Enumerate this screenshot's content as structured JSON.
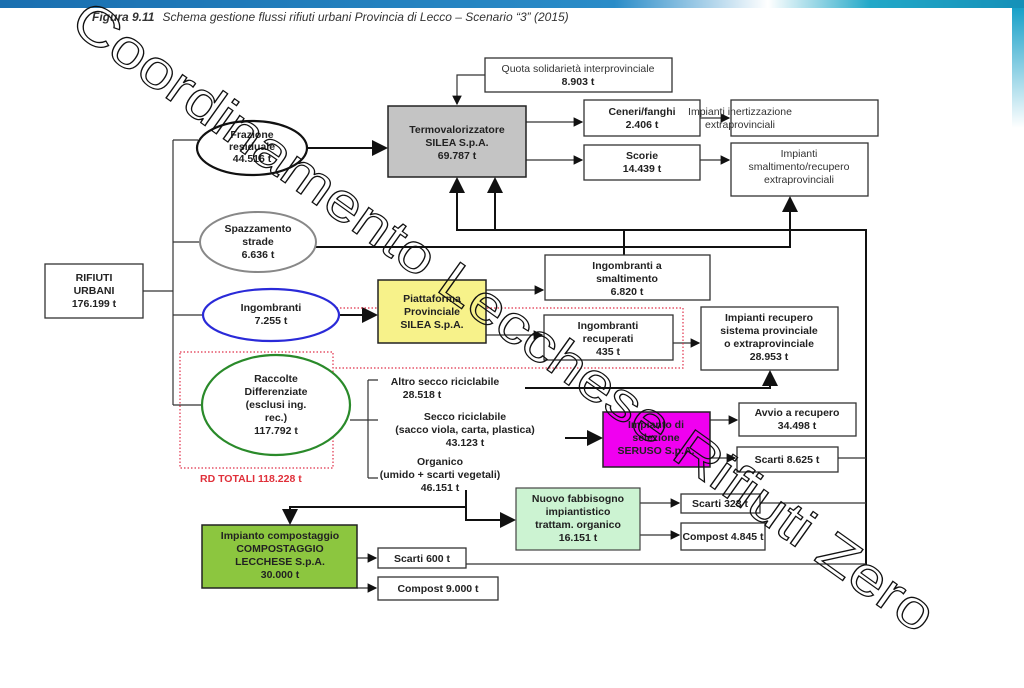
{
  "figure": {
    "label": "Figura 9.11",
    "title": "Schema gestione flussi rifiuti urbani Provincia di Lecco – Scenario “3” (2015)"
  },
  "nodes": {
    "rifiuti": [
      "RIFIUTI",
      "URBANI",
      "176.199 t"
    ],
    "frazione": [
      "Frazione",
      "residuale",
      "44.516 t"
    ],
    "spazzamento": [
      "Spazzamento",
      "strade",
      "6.636 t"
    ],
    "ingombranti": [
      "Ingombranti",
      "7.255 t"
    ],
    "raccolte": [
      "Raccolte",
      "Differenziate",
      "(esclusi ing.",
      "rec.)",
      "117.792 t"
    ],
    "quota": [
      "Quota solidarietà interprovinciale",
      "8.903 t"
    ],
    "termo": [
      "Termovalorizzatore",
      "SILEA S.p.A.",
      "69.787 t"
    ],
    "ceneri": [
      "Ceneri/fanghi",
      "2.406 t"
    ],
    "inertizzazione": [
      "Impianti inertizzazione",
      "extraprovinciali"
    ],
    "scorie": [
      "Scorie",
      "14.439 t"
    ],
    "smaltimento": [
      "Impianti",
      "smaltimento/recupero",
      "extraprovinciali"
    ],
    "piattaforma": [
      "Piattaforma",
      "Provinciale",
      "SILEA S.p.A."
    ],
    "ing_smalt": [
      "Ingombranti a",
      "smaltimento",
      "6.820 t"
    ],
    "ing_rec": [
      "Ingombranti",
      "recuperati",
      "435 t"
    ],
    "imp_recupero": [
      "Impianti recupero",
      "sistema provinciale",
      "o extraprovinciale",
      "28.953 t"
    ],
    "altro_secco": [
      "Altro secco riciclabile",
      "28.518 t"
    ],
    "secco": [
      "Secco riciclabile",
      "(sacco viola, carta, plastica)",
      "43.123 t"
    ],
    "organico": [
      "Organico",
      "(umido + scarti vegetali)",
      "46.151 t"
    ],
    "seruso": [
      "Impianto di",
      "selezione",
      "SERUSO S.p.A."
    ],
    "avvio": [
      "Avvio a recupero",
      "34.498 t"
    ],
    "scarti_seruso": "Scarti 8.625 t",
    "rd_totali": "RD TOTALI 118.228 t",
    "nuovo": [
      "Nuovo fabbisogno",
      "impiantistico",
      "trattam. organico",
      "16.151 t"
    ],
    "scarti_323": "Scarti 323 t",
    "compost_4845": "Compost 4.845 t",
    "compostaggio": [
      "Impianto compostaggio",
      "COMPOSTAGGIO",
      "LECCHESE S.p.A.",
      "30.000 t"
    ],
    "scarti_600": "Scarti 600 t",
    "compost_9000": "Compost 9.000 t"
  },
  "watermark": "Coordinamento Lecchese Rifiuti Zero",
  "colors": {
    "termo": "#c4c4c4",
    "piattaforma": "#f7f28a",
    "seruso": "#f000f0",
    "nuovo": "#ccf3d2",
    "compostaggio": "#8cc63f",
    "rd": "#e0303a",
    "ingombranti_ellipse": "#2a2ad8",
    "raccolte_ellipse": "#2a8a2a",
    "spazzamento_ellipse": "#888888"
  }
}
